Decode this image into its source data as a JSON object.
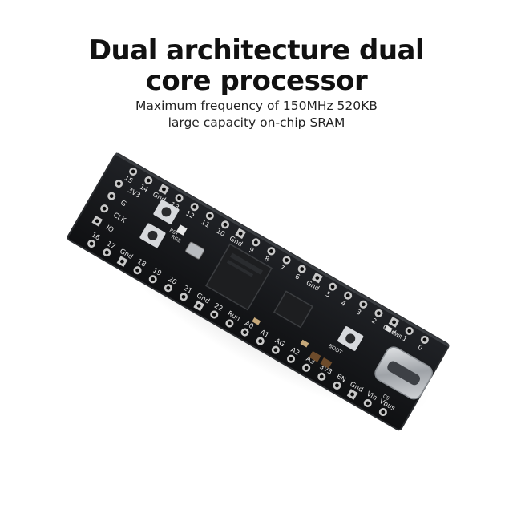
{
  "headline": {
    "line1": "Dual architecture dual",
    "line2": "core processor"
  },
  "subtitle": {
    "line1": "Maximum frequency of 150MHz 520KB",
    "line2": "large capacity on-chip SRAM"
  },
  "board": {
    "colors": {
      "pcb": "#151618",
      "pcb_edge": "#2a2c2f",
      "pad": "#c8c8c8",
      "hole": "#0b0b0b",
      "chip": "#1d1e20",
      "usb": "#b9bcc0"
    },
    "top_row_labels": [
      "15",
      "14",
      "Gnd",
      "13",
      "12",
      "11",
      "10",
      "Gnd",
      "9",
      "8",
      "7",
      "6",
      "Gnd",
      "5",
      "4",
      "3",
      "2",
      "Gnd",
      "1",
      "0"
    ],
    "bottom_row_labels": [
      "16",
      "17",
      "Gnd",
      "18",
      "19",
      "20",
      "21",
      "Gnd",
      "22",
      "Run",
      "A0",
      "A1",
      "AG",
      "A2",
      "A3",
      "3V3",
      "EN",
      "Gnd",
      "Vin",
      "Vbus"
    ],
    "debug_labels": [
      "3V3",
      "G",
      "CLK",
      "IO"
    ],
    "button_labels": [
      "RST",
      "BOOT"
    ],
    "small_labels": [
      "PWR",
      "RGB",
      "CS"
    ]
  }
}
